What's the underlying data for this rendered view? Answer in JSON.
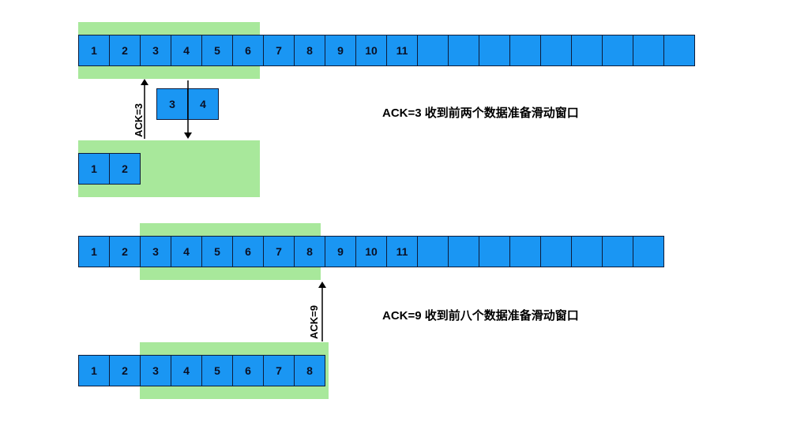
{
  "diagram1": {
    "top_row": [
      "1",
      "2",
      "3",
      "4",
      "5",
      "6",
      "7",
      "8",
      "9",
      "10",
      "11",
      "",
      "",
      "",
      "",
      "",
      "",
      "",
      "",
      ""
    ],
    "packets_in_transit": [
      "3",
      "4"
    ],
    "received_row": [
      "1",
      "2"
    ],
    "ack_label": "ACK=3",
    "caption": "ACK=3 收到前两个数据准备滑动窗口"
  },
  "diagram2": {
    "top_row": [
      "1",
      "2",
      "3",
      "4",
      "5",
      "6",
      "7",
      "8",
      "9",
      "10",
      "11",
      "",
      "",
      "",
      "",
      "",
      "",
      "",
      ""
    ],
    "received_row": [
      "1",
      "2",
      "3",
      "4",
      "5",
      "6",
      "7",
      "8"
    ],
    "ack_label": "ACK=9",
    "caption": "ACK=9 收到前八个数据准备滑动窗口"
  },
  "colors": {
    "window_green": "#a8e89b",
    "cell_blue": "#1a96f3",
    "cell_border": "#0d1b3a"
  }
}
